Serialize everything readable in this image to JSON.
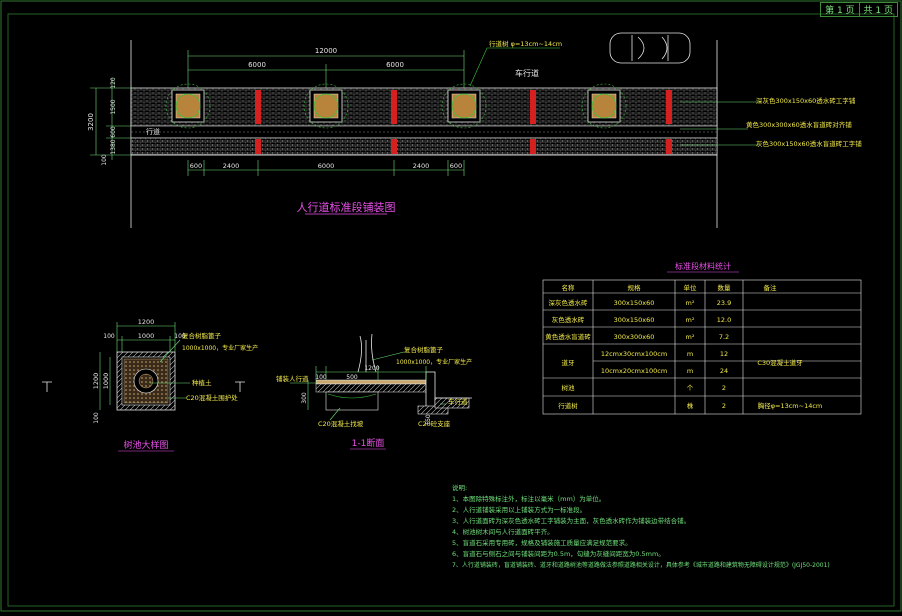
{
  "page_info": {
    "current": "第 1 页",
    "total": "共 1 页"
  },
  "plan": {
    "title": "人行道标准段铺装图",
    "road_label": "车行道",
    "walk_label": "行道",
    "dims_top": [
      "12000",
      "6000",
      "6000"
    ],
    "dims_bottom": [
      "600",
      "2400",
      "6000",
      "2400",
      "600"
    ],
    "dims_left": [
      "3200",
      "120",
      "1500",
      "600",
      "1380",
      "100"
    ],
    "tree_label": "行道树 φ=13cm~14cm",
    "callouts": [
      "深灰色300x150x60透水砖工字铺",
      "黄色300x300x60透水盲道砖对齐铺",
      "灰色300x150x60透水盲道砖工字铺"
    ]
  },
  "table": {
    "title": "标准段材料统计",
    "headers": [
      "名称",
      "规格",
      "单位",
      "数量",
      "备注"
    ],
    "rows": [
      [
        "深灰色透水砖",
        "300x150x60",
        "m²",
        "23.9",
        ""
      ],
      [
        "灰色透水砖",
        "300x150x60",
        "m²",
        "12.0",
        ""
      ],
      [
        "黄色透水盲道砖",
        "300x300x60",
        "m²",
        "7.2",
        ""
      ],
      [
        "道牙",
        "12cmx30cmx100cm",
        "m",
        "12",
        "C30混凝土道牙"
      ],
      [
        "",
        "10cmx20cmx100cm",
        "m",
        "24",
        ""
      ],
      [
        "树池",
        "",
        "个",
        "2",
        ""
      ],
      [
        "行道树",
        "",
        "株",
        "2",
        "胸径φ=13cm~14cm"
      ]
    ]
  },
  "tree_pit": {
    "title": "树池大样图",
    "dims": [
      "1200",
      "1000",
      "100",
      "100",
      "1200",
      "1000",
      "100"
    ],
    "labels": [
      "复合树脂篦子",
      "1000x1000，专业厂家生产",
      "种植土",
      "C20混凝土围护处"
    ]
  },
  "section": {
    "title": "1-1断面",
    "dims": [
      "100",
      "500",
      "1200",
      "300",
      "150"
    ],
    "labels": [
      "复合树脂篦子",
      "1000x1000，专业厂家生产",
      "铺装人行道",
      "C20混凝土找坡",
      "C20砼支座",
      "车行道"
    ]
  },
  "notes": {
    "title": "说明:",
    "items": [
      "1、本图除特殊标注外，标注以毫米（mm）为单位。",
      "2、人行道铺装采用以上铺装方式为一标准段。",
      "3、人行道面砖为深灰色透水砖工字铺装为主面，灰色透水砖作为铺装边带结合铺。",
      "4、树池树木间与人行道面砖平齐。",
      "5、盲道石采用专用砖，规格及铺装施工质量应满足规范要求。",
      "6、盲道石与侧石之间与铺装间距为0.5m，勾缝为灰缝间距宽为0.5mm。",
      "7、人行道铺装砖，盲道铺装砖、道牙和道路树池等道路做法参照道路相关设计，具体参考《城市道路和建筑物无障碍设计规范》(JGJ50-2001)"
    ]
  },
  "colors": {
    "line_white": "#e6e6e6",
    "dim_green": "#6fe07a",
    "text_yellow": "#f2ea4a",
    "title_magenta": "#e84fe8",
    "red_band": "#d62020",
    "tree_green": "#3ac43a",
    "frame_green": "#2f7a2f"
  }
}
